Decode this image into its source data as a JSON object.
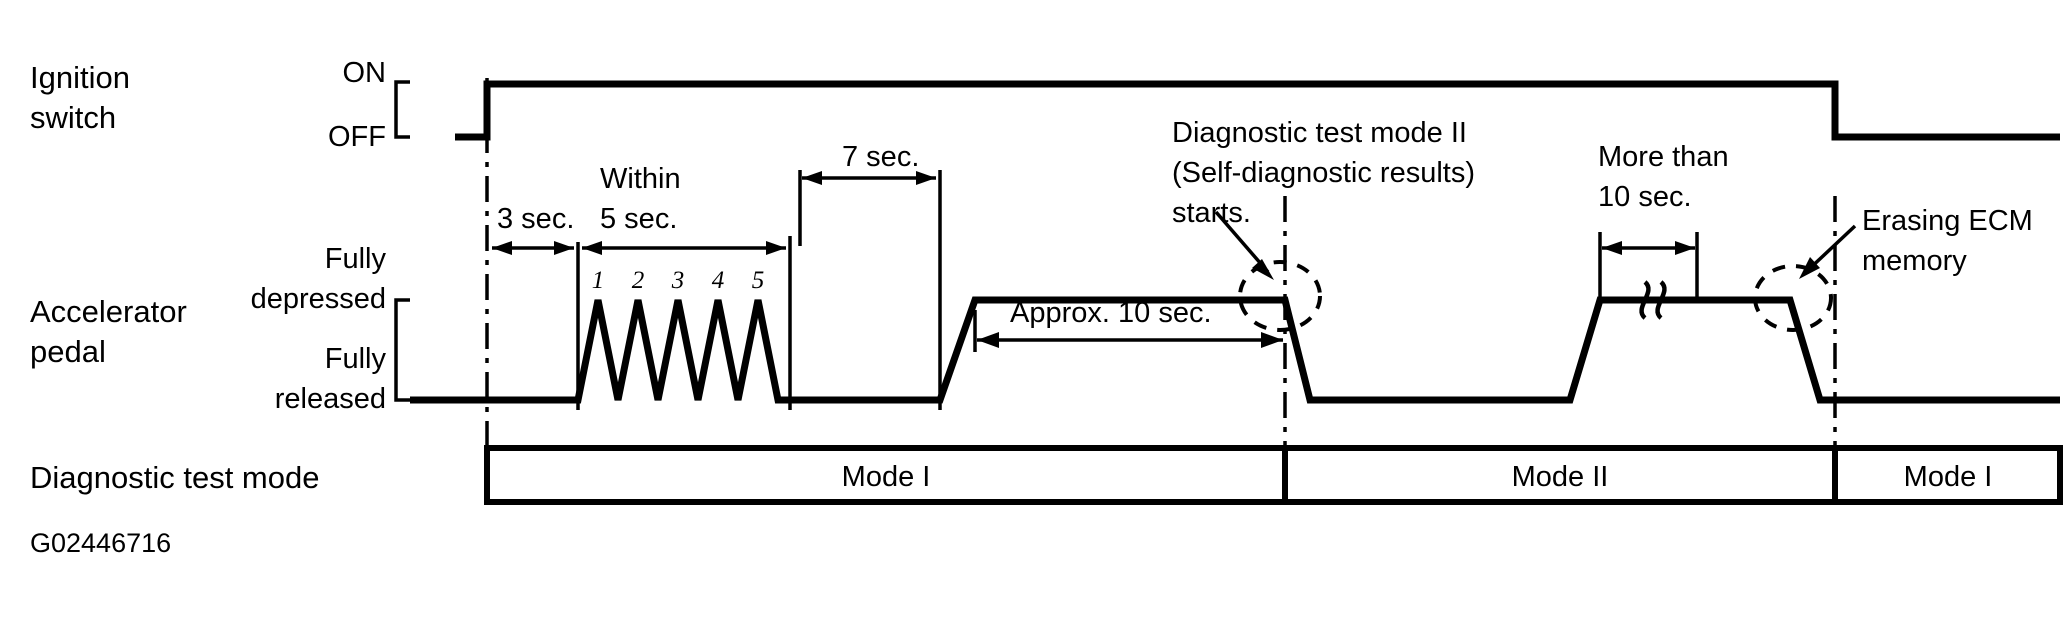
{
  "figure": {
    "id_code": "G02446716",
    "row_labels": {
      "ignition": "Ignition\nswitch",
      "ignition_line1": "Ignition",
      "ignition_line2": "switch",
      "accelerator_line1": "Accelerator",
      "accelerator_line2": "pedal",
      "diagnostic_mode": "Diagnostic test mode"
    },
    "levels": {
      "ignition_high": "ON",
      "ignition_low": "OFF",
      "pedal_high_line1": "Fully",
      "pedal_high_line2": "depressed",
      "pedal_low_line1": "Fully",
      "pedal_low_line2": "released"
    },
    "timings": [
      {
        "name": "initial-delay",
        "label": "3 sec."
      },
      {
        "name": "pumping-window-line1",
        "label": "Within"
      },
      {
        "name": "pumping-window-line2",
        "label": "5 sec."
      },
      {
        "name": "wait-after-pumping",
        "label": "7 sec."
      },
      {
        "name": "hold-for-mode2",
        "label": "Approx. 10 sec."
      },
      {
        "name": "erase-hold-line1",
        "label": "More than"
      },
      {
        "name": "erase-hold-line2",
        "label": "10 sec."
      }
    ],
    "pump_counts": [
      "1",
      "2",
      "3",
      "4",
      "5"
    ],
    "annotations": [
      {
        "name": "mode2-start",
        "line1": "Diagnostic test mode II",
        "line2": "(Self-diagnostic results)",
        "line3": "starts."
      },
      {
        "name": "erase-ecm",
        "line1": "Erasing ECM",
        "line2": "memory"
      }
    ],
    "mode_segments": [
      {
        "name": "mode-1-first",
        "label": "Mode I"
      },
      {
        "name": "mode-2",
        "label": "Mode II"
      },
      {
        "name": "mode-1-second",
        "label": "Mode I"
      }
    ],
    "colors": {
      "ink": "#000000",
      "paper": "#ffffff"
    }
  },
  "chart_data": {
    "type": "line",
    "title": "",
    "xlabel": "",
    "ylabel": "",
    "series": [
      {
        "name": "Ignition switch",
        "states": [
          "OFF",
          "ON",
          "OFF"
        ],
        "transitions": [
          "ON at start of procedure",
          "OFF after Mode I resumes"
        ]
      },
      {
        "name": "Accelerator pedal",
        "states": [
          "Fully released",
          "Fully depressed"
        ],
        "events": [
          "released 3 sec.",
          "pump 5 times within 5 sec.",
          "released 7 sec.",
          "depressed approx. 10 sec.",
          "released",
          "depressed more than 10 sec. (erases ECM memory)",
          "released"
        ]
      }
    ],
    "annotations": [
      "3 sec.",
      "Within 5 sec.",
      "7 sec.",
      "Approx. 10 sec.",
      "More than 10 sec.",
      "Diagnostic test mode II (Self-diagnostic results) starts.",
      "Erasing ECM memory"
    ],
    "mode_timeline": [
      "Mode I",
      "Mode II",
      "Mode I"
    ]
  }
}
